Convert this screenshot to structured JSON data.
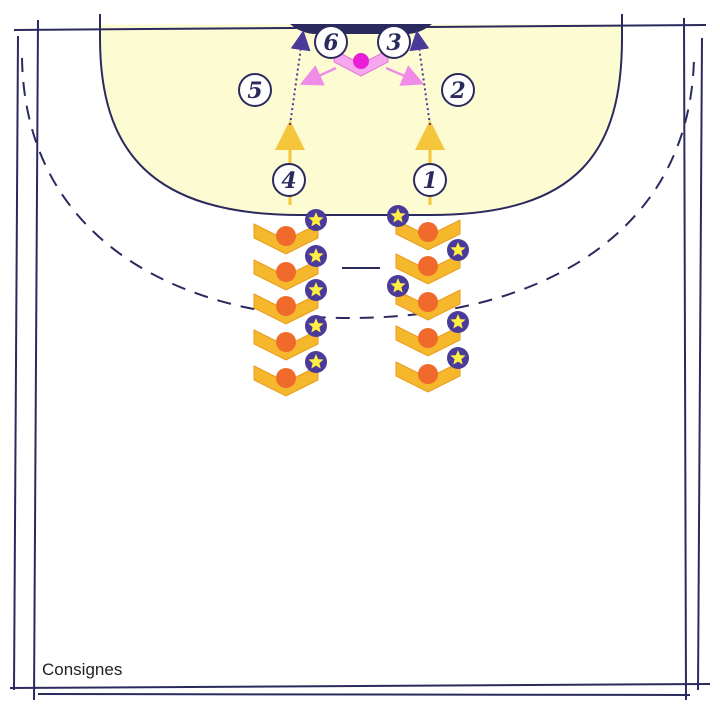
{
  "caption": "Consignes",
  "step_labels": [
    "1",
    "2",
    "3",
    "4",
    "5",
    "6"
  ],
  "colors": {
    "line": "#2b2a5e",
    "area": "#fdfbd1",
    "player": "#f5b72c",
    "ball": "#f06a2b",
    "star": "#ffee44",
    "keeper": "#f7a6f0",
    "keeper_head": "#e81fd6",
    "arrow": "#f5c53a",
    "keeper_arrow": "#f08ce8"
  },
  "icons": [
    "player-icon",
    "ball-icon",
    "star-icon",
    "goalkeeper-icon",
    "goal-icon"
  ]
}
